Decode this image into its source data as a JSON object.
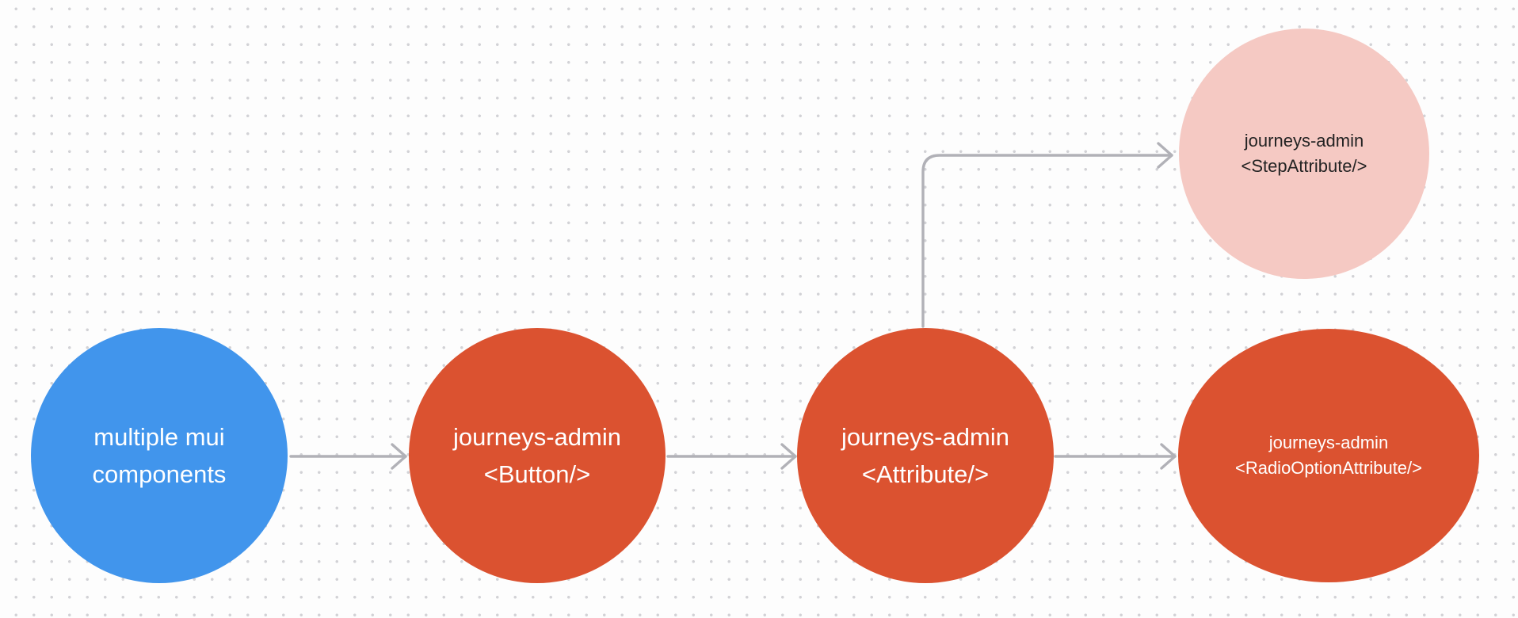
{
  "canvas": {
    "background_color": "#fdfdfd",
    "dot_color": "#d2d2d6",
    "edge_color": "#b1b1b7"
  },
  "nodes": [
    {
      "id": "multiple-mui-components",
      "line1": "multiple mui",
      "line2": "components",
      "fill": "#4195ec",
      "text_color": "#ffffff"
    },
    {
      "id": "journeys-admin-button",
      "line1": "journeys-admin",
      "line2": "<Button/>",
      "fill": "#db5230",
      "text_color": "#ffffff"
    },
    {
      "id": "journeys-admin-attribute",
      "line1": "journeys-admin",
      "line2": "<Attribute/>",
      "fill": "#db5230",
      "text_color": "#ffffff"
    },
    {
      "id": "journeys-admin-step-attribute",
      "line1": "journeys-admin",
      "line2": "<StepAttribute/>",
      "fill": "#f5c9c3",
      "text_color": "#232323"
    },
    {
      "id": "journeys-admin-radio-option-attribute",
      "line1": "journeys-admin",
      "line2": "<RadioOptionAttribute/>",
      "fill": "#db5230",
      "text_color": "#ffffff"
    }
  ],
  "edges": [
    {
      "from": "multiple-mui-components",
      "to": "journeys-admin-button",
      "type": "straight-right"
    },
    {
      "from": "journeys-admin-button",
      "to": "journeys-admin-attribute",
      "type": "straight-right"
    },
    {
      "from": "journeys-admin-attribute",
      "to": "journeys-admin-step-attribute",
      "type": "elbow-up-right"
    },
    {
      "from": "journeys-admin-attribute",
      "to": "journeys-admin-radio-option-attribute",
      "type": "straight-right"
    }
  ]
}
